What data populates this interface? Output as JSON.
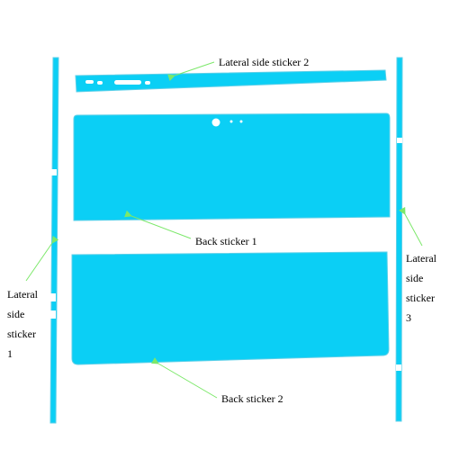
{
  "colors": {
    "sticker_fill": "#0BCFF5",
    "sticker_edge": "#5BCFE8",
    "cutout": "#ffffff",
    "arrow": "#7CE86A",
    "text": "#000000",
    "background": "#ffffff"
  },
  "labels": {
    "lateral_side_sticker_2": "Lateral side sticker 2",
    "back_sticker_1": "Back sticker 1",
    "back_sticker_2": "Back sticker 2",
    "lateral_side_sticker_1": [
      "Lateral",
      "side",
      "sticker",
      "1"
    ],
    "lateral_side_sticker_3": [
      "Lateral",
      "side",
      "sticker",
      "3"
    ]
  }
}
